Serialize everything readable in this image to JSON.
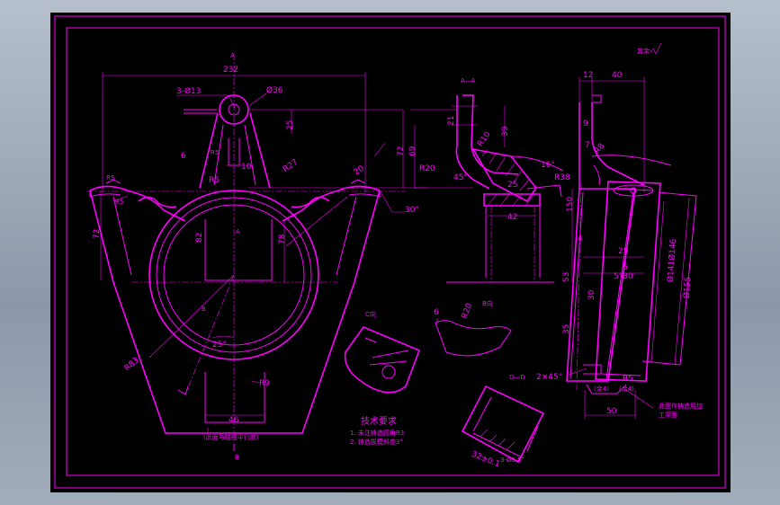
{
  "drawing": {
    "roughness_note": "其余√",
    "view_top_mark": "A",
    "view_bottom_mark": "B",
    "main_view": {
      "width_dim": "232",
      "hole_callout": "3-Ø13",
      "boss_dia": "Ø36",
      "dim_25": "25",
      "dim_6": "6",
      "dim_R5_top": "R5",
      "dim_10": "10",
      "dim_R5": "R5",
      "dim_R27": "R27",
      "dim_20": "20",
      "dim_72_right": "72",
      "dim_69": "69",
      "dim_R5_left": "R5",
      "dim_72_left": "72",
      "dim_82": "82",
      "center_mark": "A",
      "dim_78": "78",
      "dim_30deg": "30°",
      "dim_R83": "R83",
      "dim_25deg": "25°",
      "dim_R9": "R9",
      "dim_46": "46",
      "base_note": "(此面与轴线平行度)"
    },
    "section_aa": {
      "label": "A—A",
      "dim_21": "21",
      "dim_39": "39",
      "dim_R10": "R10",
      "dim_R20": "R20",
      "dim_45deg": "45°",
      "dim_16deg": "16°",
      "dim_R38": "R38",
      "dim_25": "25",
      "dim_42": "42",
      "dim_R20_small": "R20",
      "dim_6": "6"
    },
    "view_c": {
      "label": "C向"
    },
    "view_b": {
      "label": "B向"
    },
    "view_d": {
      "label": "D—D",
      "dim_32": "32±0.1",
      "note": "3-Ø8.5"
    },
    "side_view": {
      "dim_12": "12",
      "dim_40": "40",
      "dim_9": "9",
      "dim_R8": "R8",
      "dim_7": "7",
      "dim_150": "150",
      "dim_4": "4",
      "dim_25": "25",
      "dim_6": "6",
      "dim_5deg": "5°30′",
      "dim_ring": "Ø141Ø146",
      "dim_155": "Ø155",
      "dim_53": "53",
      "dim_30": "30",
      "dim_35": "35",
      "dim_2x45": "2×45°",
      "dim_R5": "R5",
      "dim_50": "50",
      "note_small": "(余4)",
      "note_right": "(余4)",
      "side_note_line1": "此面作铸造后加",
      "side_note_line2": "工平面"
    },
    "tech": {
      "title": "技术要求",
      "line1": "1. 未注铸造圆角R3",
      "line2": "2. 铸造拔模斜度3°"
    }
  },
  "colors": {
    "line": "#ff00ff",
    "sheet": "#000000",
    "background": "#9aa7b8"
  }
}
